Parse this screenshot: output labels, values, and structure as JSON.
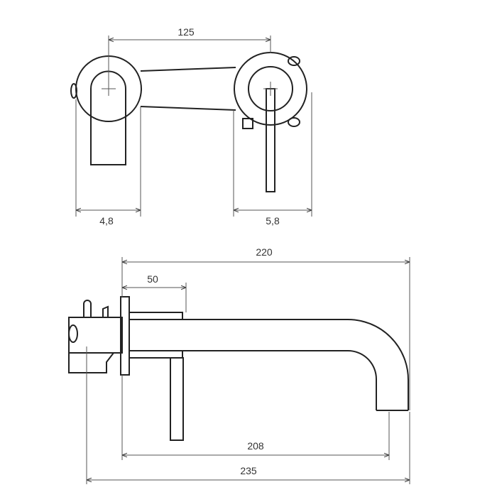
{
  "dimensions": {
    "top_center_distance": "125",
    "left_handle_offset": "4,8",
    "right_handle_offset": "5,8",
    "spout_total_reach": "220",
    "lever_offset": "50",
    "spout_projection": "208",
    "overall_length": "235"
  }
}
